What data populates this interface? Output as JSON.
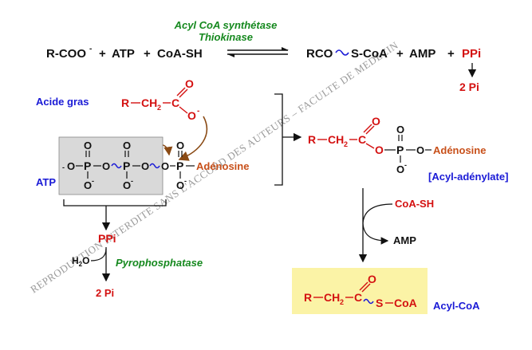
{
  "colors": {
    "black": "#111111",
    "red": "#d41111",
    "blue": "#1a1ad6",
    "green": "#16891f",
    "orange": "#c8501a",
    "brown": "#8a4a14",
    "atp_box": "#d9d9d9",
    "acyl_box": "#fbf3a6",
    "watermark": "#9a9a9a"
  },
  "enzyme": {
    "name1": "Acyl CoA synthétase",
    "name2": "Thiokinase",
    "pyro": "Pyrophosphatase"
  },
  "equation": {
    "left": "R-COO",
    "left_charge": "-",
    "atp": "ATP",
    "coa": "CoA-SH",
    "plus": "+",
    "rco": "RCO",
    "sco": "S-CoA",
    "amp": "AMP",
    "ppi": "PPi",
    "two_pi": "2 Pi"
  },
  "labels": {
    "acide_gras": "Acide gras",
    "atp": "ATP",
    "acyl_adenylate": "[Acyl-adénylate]",
    "acyl_coa": "Acyl-CoA",
    "coa_sh": "CoA-SH",
    "amp": "AMP",
    "ppi": "PPi",
    "h2o": "H",
    "h2o_sub": "2",
    "h2o_o": "O",
    "two_pi": "2 Pi"
  },
  "atoms": {
    "R": "R",
    "CH": "CH",
    "sub2": "2",
    "C": "C",
    "O": "O",
    "P": "P",
    "S": "S",
    "CoA": "CoA",
    "adenosine": "Adénosine",
    "minus": "-",
    "dash": "—"
  },
  "watermark": "REPRODUCTION INTERDITE SANS L'ACCORD DES AUTEURS – FACULTE DE MEDECIN"
}
